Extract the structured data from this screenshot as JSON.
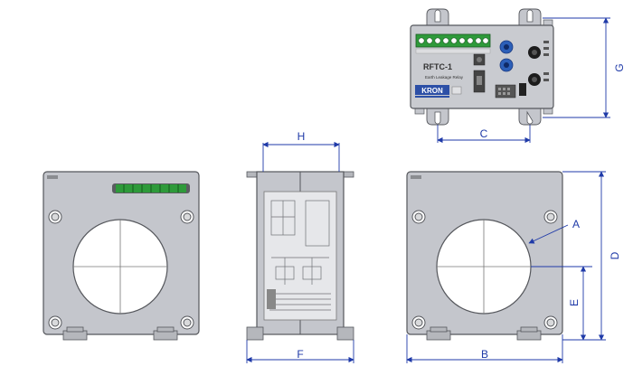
{
  "dimensions": {
    "A": "A",
    "B": "B",
    "C": "C",
    "D": "D",
    "E": "E",
    "F": "F",
    "G": "G",
    "H": "H"
  },
  "relay": {
    "model": "RFTC-1",
    "subtitle": "Earth Leakage Relay",
    "brand": "KRON"
  },
  "colors": {
    "dimension_line": "#1f3aa8",
    "body_fill": "#c4c6cc",
    "body_stroke": "#55575c",
    "terminal_green": "#2e9a3a",
    "brand_blue": "#2c4fa6"
  }
}
